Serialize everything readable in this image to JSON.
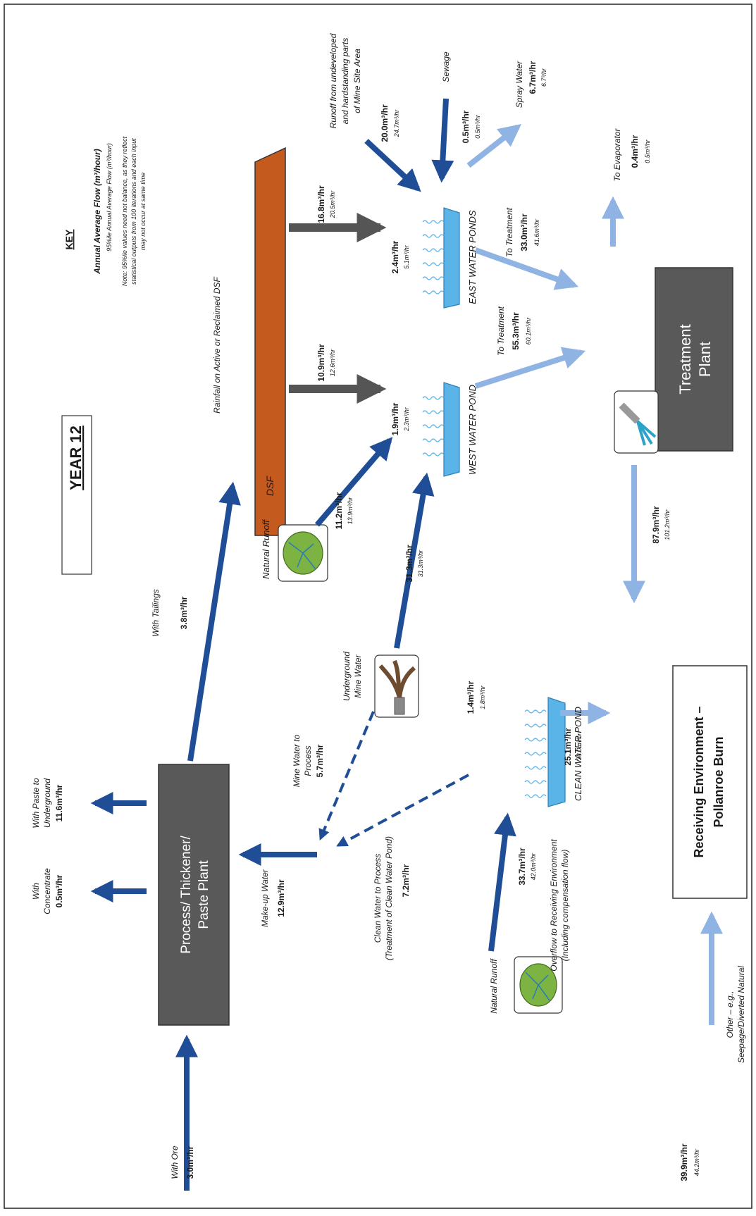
{
  "title": "YEAR 12",
  "key": {
    "heading": "KEY",
    "line1": "Annual Average Flow (m³/hour)",
    "line2": "95%ile Annual Average Flow (m³/hour)",
    "note1": "Note:  95%ile values need not balance, as they reflect",
    "note2": "statistical outputs from 100 iterations and each input",
    "note3": "may not occur at same time"
  },
  "nodes": {
    "dsf": "DSF",
    "rainfall_label": "Rainfall on Active or Reclaimed DSF",
    "process_line1": "Process/ Thickener/",
    "process_line2": "Paste Plant",
    "treatment_line1": "Treatment",
    "treatment_line2": "Plant",
    "receiving_line1": "Receiving Environment –",
    "receiving_line2": "Pollanroe Burn",
    "east_ponds": "EAST WATER PONDS",
    "west_pond": "WEST WATER POND",
    "clean_pond": "CLEAN WATER POND",
    "natural_runoff_top": "Natural Runoff",
    "natural_runoff_bottom": "Natural Runoff",
    "underground_line1": "Underground",
    "underground_line2": "Mine Water"
  },
  "flows": {
    "ore_label": "With Ore",
    "ore_value": "3.0m³/hr",
    "concentrate_label1": "With",
    "concentrate_label2": "Concentrate",
    "concentrate_value": "0.5m³/hr",
    "paste_label1": "With Paste to",
    "paste_label2": "Underground",
    "paste_value": "11.6m³/hr",
    "tailings_label": "With Tailings",
    "tailings_value": "3.8m³/hr",
    "makeup_label": "Make-up Water",
    "makeup_value": "12.9m³/hr",
    "minewater_label1": "Mine Water to",
    "minewater_label2": "Process",
    "minewater_value": "5.7m³/hr",
    "cleanproc_label1": "Clean Water to Process",
    "cleanproc_label2": "(Treatment of Clean Water Pond)",
    "cleanproc_value": "7.2m³/hr",
    "dsf_east_value": "16.8m³/hr",
    "dsf_east_p95": "20.5m³/hr",
    "dsf_west_value": "10.9m³/hr",
    "dsf_west_p95": "12.6m³/hr",
    "natrun_west_value": "11.2m³/hr",
    "natrun_west_p95": "13.9m³/hr",
    "underground_west_value": "31.3m³/hr",
    "underground_west_p95": "31.3m³/hr",
    "runoff_label1": "Runoff from undeveloped",
    "runoff_label2": "and hardstanding parts",
    "runoff_label3": "of Mine Site Area",
    "runoff_value": "20.0m³/hr",
    "runoff_p95": "24.7m³/hr",
    "sewage_label": "Sewage",
    "sewage_value": "0.5m³/hr",
    "sewage_p95": "0.5m³/hr",
    "spray_label": "Spray Water",
    "spray_value": "6.7m³/hr",
    "spray_p95": "6.7³/hr",
    "east_rain_value": "2.4m³/hr",
    "east_rain_p95": "5.1m³/hr",
    "west_rain_value": "1.9m³/hr",
    "west_rain_p95": "2.3m³/hr",
    "east_treat_label": "To Treatment",
    "east_treat_value": "33.0m³/hr",
    "east_treat_p95": "41.6m³/hr",
    "west_treat_label": "To Treatment",
    "west_treat_value": "55.3m³/hr",
    "west_treat_p95": "60.1m³/hr",
    "evap_label": "To Evaporator",
    "evap_value": "0.4m³/hr",
    "evap_p95": "0.5m³/hr",
    "treat_recv_value": "87.9m³/hr",
    "treat_recv_p95": "101.2m³/hr",
    "clean_rain_value": "1.4m³/hr",
    "clean_rain_p95": "1.8m³/hr",
    "natrun_clean_value": "33.7m³/hr",
    "natrun_clean_p95": "42.0m³/hr",
    "overflow_label1": "Overflow to Receiving Environment",
    "overflow_label2": "(Including compensation flow)",
    "overflow_value": "25.1m³/hr",
    "overflow_p95": "33.0m³/hr",
    "other_label1": "Other – e.g.,",
    "other_label2": "Seepage/Diverted Natural",
    "other_value": "39.9m³/hr",
    "other_p95": "44.2m³/hr"
  },
  "colors": {
    "dark_arrow": "#1f4e96",
    "light_arrow": "#8fb3e2",
    "grey_arrow": "#555555",
    "box_grey": "#595959",
    "dsf_fill": "#c55a1e",
    "pond_fill": "#5ab4e8"
  }
}
